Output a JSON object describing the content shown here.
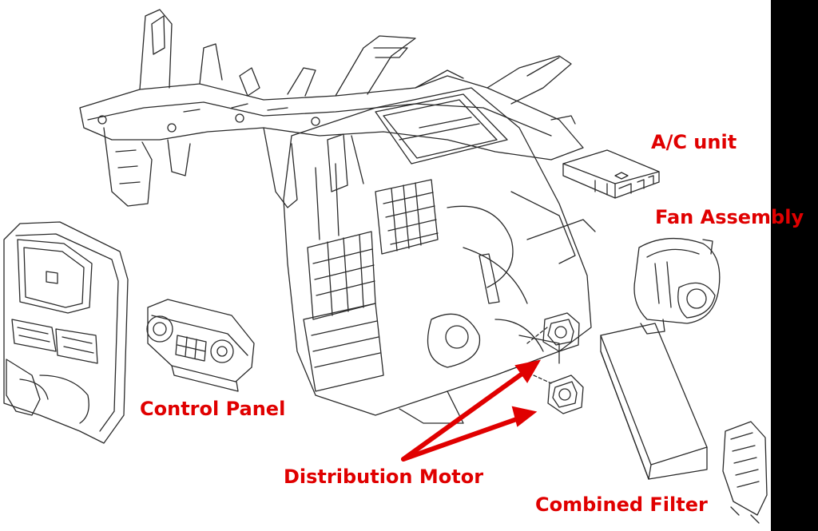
{
  "colors": {
    "label": "#e00000",
    "line_art": "#2a2a2a",
    "background": "#ffffff",
    "right_band": "#000000"
  },
  "labels": {
    "ac_unit": "A/C unit",
    "fan_assembly": "Fan Assembly",
    "control_panel": "Control Panel",
    "distribution_motor": "Distribution Motor",
    "combined_filter": "Combined Filter"
  }
}
